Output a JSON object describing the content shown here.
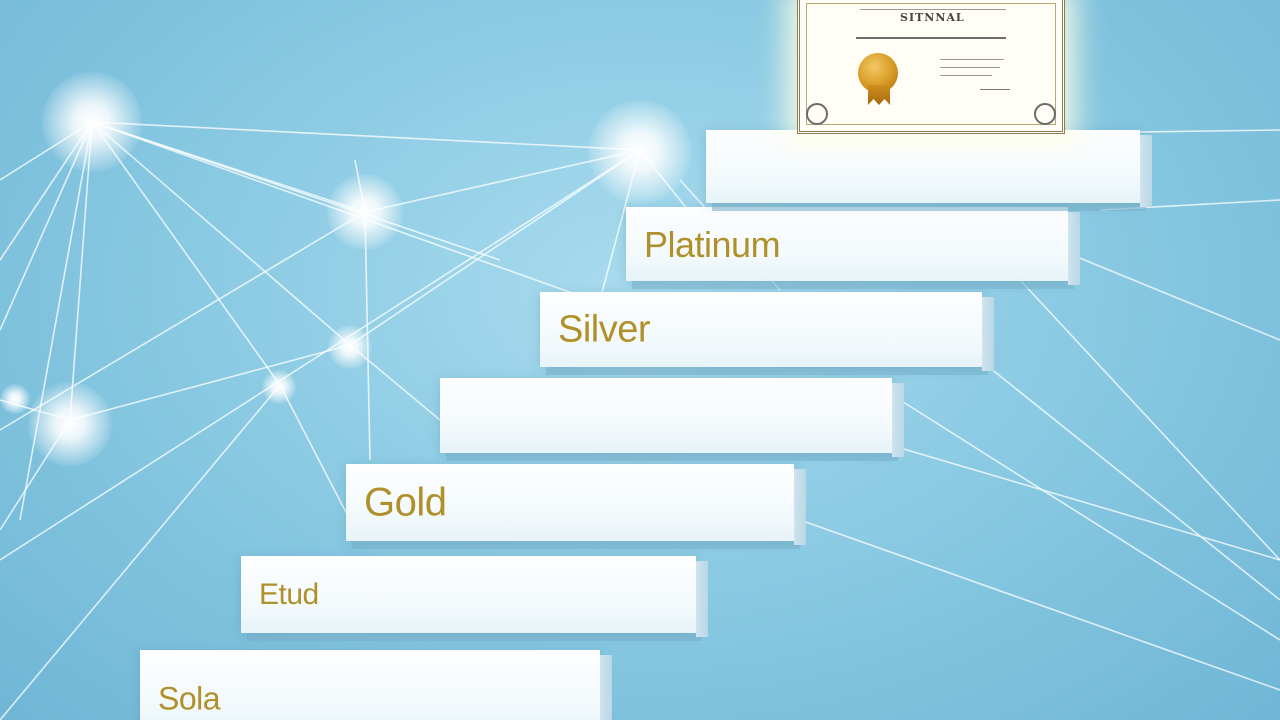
{
  "scene": {
    "background_color": "#8ccbe3",
    "accent_gold": "#b0902a"
  },
  "steps": [
    {
      "label": "Sola"
    },
    {
      "label": "Etud"
    },
    {
      "label": "Gold"
    },
    {
      "label": ""
    },
    {
      "label": "Silver"
    },
    {
      "label": "Platinum"
    },
    {
      "label": ""
    }
  ],
  "certificate": {
    "title_text": "SITNNAL",
    "seal_icon": "award-seal-icon"
  }
}
